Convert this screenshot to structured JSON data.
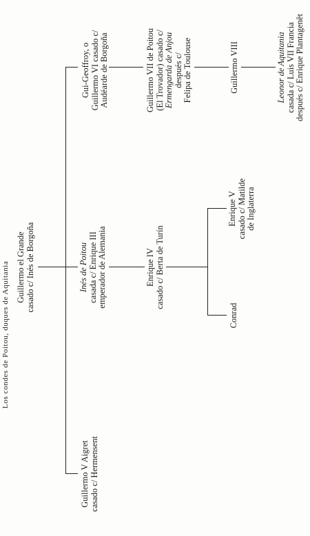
{
  "title": "Los condes de Poitou, duques de Aquitania",
  "root": {
    "line1": "Guillermo el Grande",
    "line2": "casado c/ Inés de Borgoña"
  },
  "children": {
    "aigret": {
      "line1": "Guillermo V Aigret",
      "line2": "casado c/ Hermensent"
    },
    "ines": {
      "line1": "Inés de Poitou",
      "line2": "casada c/ Enrique III",
      "line3": "emperador de Alemania"
    },
    "gui_geoffroy": {
      "line1": "Gui-Geoffroy, o",
      "line2": "Guillermo VI casado c/",
      "line3": "Audéarde de Borgoña"
    }
  },
  "enrique_iv": {
    "line1": "Enrique IV",
    "line2": "casado c/ Berta de Turín"
  },
  "grandchildren": {
    "conrad": {
      "line1": "Conrad"
    },
    "enrique_v": {
      "line1": "Enrique V",
      "line2": "casado c/ Matilde",
      "line3": "de Inglaterra"
    }
  },
  "guillermo_vii": {
    "line1": "Guillermo VII de Poitou",
    "line2": "(El Trovador) casado c/",
    "line3": "Ermengarda de Anjou",
    "line4": "después c/",
    "line5": "Felipa de Toulouse"
  },
  "guillermo_viii": {
    "line1": "Guillermo VIII"
  },
  "leonor": {
    "line1": "Leonor de Aquitania",
    "line2": "casada c/ Luis VII Francia",
    "line3": "después c/ Enrique Plantagenêt"
  }
}
